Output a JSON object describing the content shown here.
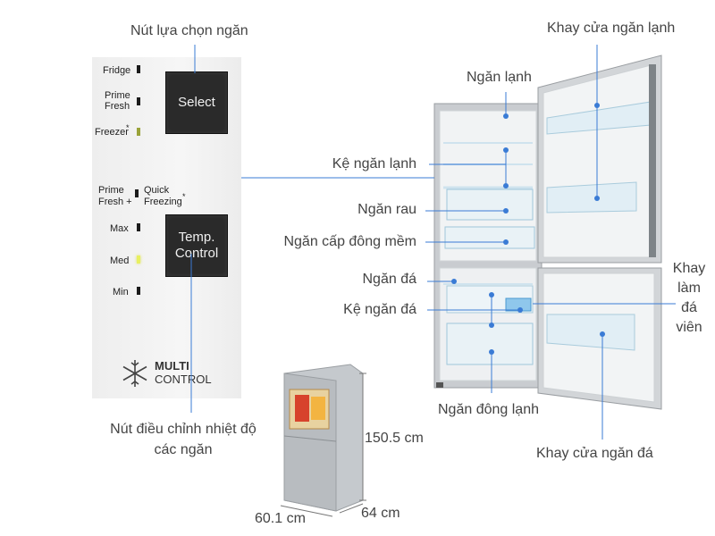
{
  "labels": {
    "select_btn_caption": "Nút lựa chọn ngăn",
    "temp_btn_caption_1": "Nút điều chỉnh nhiệt độ",
    "temp_btn_caption_2": "các ngăn",
    "door_shelf_fridge": "Khay cửa ngăn lạnh",
    "fridge_compartment": "Ngăn lạnh",
    "fridge_shelf": "Kệ ngăn lạnh",
    "vegetable": "Ngăn rau",
    "soft_freeze": "Ngăn cấp đông mềm",
    "ice": "Ngăn đá",
    "ice_shelf": "Kệ ngăn đá",
    "ice_tray_1": "Khay",
    "ice_tray_2": "làm",
    "ice_tray_3": "đá",
    "ice_tray_4": "viên",
    "freezer_compartment": "Ngăn đông lạnh",
    "door_shelf_freezer": "Khay cửa ngăn đá"
  },
  "panel": {
    "fridge": "Fridge",
    "prime_fresh_1": "Prime",
    "prime_fresh_2": "Fresh",
    "freezer": "Freezer",
    "freezer_star": "*",
    "select": "Select",
    "pf_plus_1": "Prime",
    "pf_plus_2": "Fresh +",
    "quick_1": "Quick",
    "quick_2": "Freezing",
    "quick_star": "*",
    "max": "Max",
    "med": "Med",
    "min": "Min",
    "temp_1": "Temp.",
    "temp_2": "Control",
    "multi": "MULTI",
    "control": "CONTROL"
  },
  "dimensions": {
    "height": "150.5 cm",
    "width": "60.1 cm",
    "depth": "64 cm"
  },
  "colors": {
    "leader_line": "#3a7bd5",
    "led_off": "#1b1b1b",
    "led_on": "#e8f060",
    "fridge_steel": "#b8bcc0"
  }
}
